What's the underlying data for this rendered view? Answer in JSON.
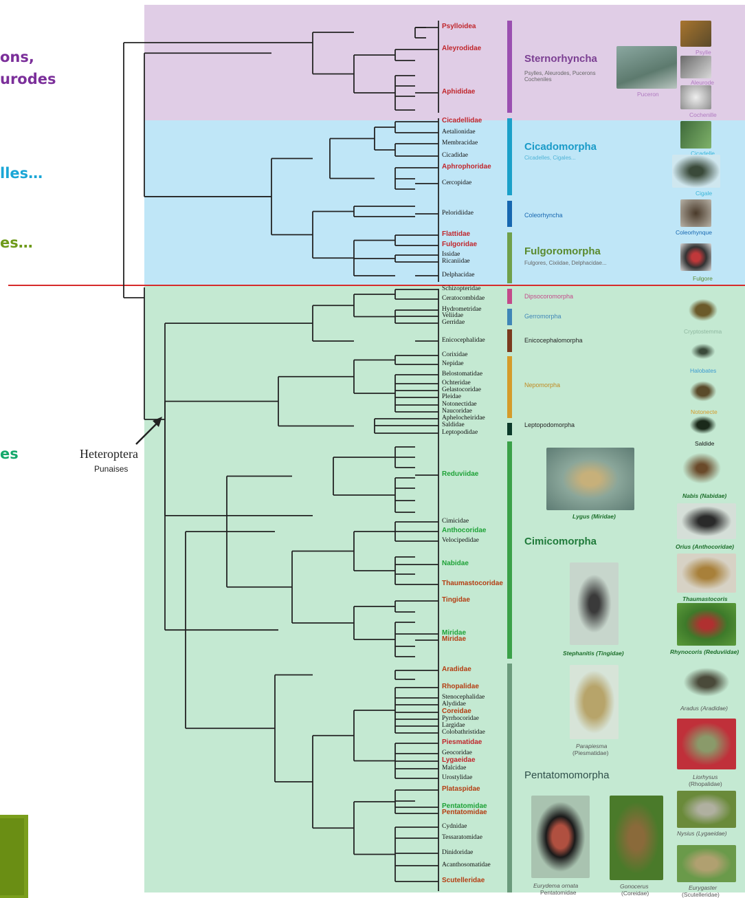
{
  "left_text": {
    "line1": "ons,",
    "line2": "urodes",
    "line3": "lles…",
    "line4": "es…",
    "line5": "es"
  },
  "heteroptera": {
    "label": "Heteroptera",
    "sublabel": "Punaises"
  },
  "colors": {
    "sternorhyncha_band": "#e0cde6",
    "auchenorrhyncha_band": "#bfe6f7",
    "heteroptera_band": "#c4e9d2",
    "divider": "#d62a2a",
    "purple_text": "#7b2f9a",
    "cyan_text": "#1aa6d6",
    "olive_text": "#6e9a1a",
    "teal_text": "#13a86a",
    "red_family": "#c0262c",
    "green_family": "#1ea237",
    "brown_family": "#b43d12"
  },
  "families": [
    {
      "name": "Psylloidea",
      "color": "red"
    },
    {
      "name": "Aleyrodidae",
      "color": "red"
    },
    {
      "name": "Aphididae",
      "color": "red"
    },
    {
      "name": "Cicadellidae",
      "color": "red"
    },
    {
      "name": "Aetalionidae",
      "color": "black"
    },
    {
      "name": "Membracidae",
      "color": "black"
    },
    {
      "name": "Cicadidae",
      "color": "black"
    },
    {
      "name": "Aphrophoridae",
      "color": "red"
    },
    {
      "name": "Cercopidae",
      "color": "black"
    },
    {
      "name": "Peloridiidae",
      "color": "black"
    },
    {
      "name": "Flattidae",
      "color": "red"
    },
    {
      "name": "Fulgoridae",
      "color": "red"
    },
    {
      "name": "Issidae",
      "color": "black"
    },
    {
      "name": "Ricaniidae",
      "color": "black"
    },
    {
      "name": "Delphacidae",
      "color": "black"
    },
    {
      "name": "Schizopteridae",
      "color": "black"
    },
    {
      "name": "Ceratocombidae",
      "color": "black"
    },
    {
      "name": "Hydrometridae",
      "color": "black"
    },
    {
      "name": "Veliidae",
      "color": "black"
    },
    {
      "name": "Gerridae",
      "color": "black"
    },
    {
      "name": "Enicocephalidae",
      "color": "black"
    },
    {
      "name": "Corixidae",
      "color": "black"
    },
    {
      "name": "Nepidae",
      "color": "black"
    },
    {
      "name": "Belostomatidae",
      "color": "black"
    },
    {
      "name": "Ochteridae",
      "color": "black"
    },
    {
      "name": "Gelastocoridae",
      "color": "black"
    },
    {
      "name": "Pleidae",
      "color": "black"
    },
    {
      "name": "Notonectidae",
      "color": "black"
    },
    {
      "name": "Naucoridae",
      "color": "black"
    },
    {
      "name": "Aphelocheiridae",
      "color": "black"
    },
    {
      "name": "Saldidae",
      "color": "black"
    },
    {
      "name": "Leptopodidae",
      "color": "black"
    },
    {
      "name": "Reduviidae",
      "color": "green"
    },
    {
      "name": "Cimicidae",
      "color": "black"
    },
    {
      "name": "Anthocoridae",
      "color": "green"
    },
    {
      "name": "Velocipedidae",
      "color": "black"
    },
    {
      "name": "Nabidae",
      "color": "green"
    },
    {
      "name": "Thaumastocoridae",
      "color": "brown"
    },
    {
      "name": "Tingidae",
      "color": "brown"
    },
    {
      "name": "Miridae",
      "color": "green"
    },
    {
      "name": "Miridae",
      "color": "brown"
    },
    {
      "name": "Aradidae",
      "color": "brown"
    },
    {
      "name": "Rhopalidae",
      "color": "brown"
    },
    {
      "name": "Stenocephalidae",
      "color": "black"
    },
    {
      "name": "Alydidae",
      "color": "black"
    },
    {
      "name": "Coreidae",
      "color": "brown"
    },
    {
      "name": "Pyrrhocoridae",
      "color": "black"
    },
    {
      "name": "Largidae",
      "color": "black"
    },
    {
      "name": "Colobathristidae",
      "color": "black"
    },
    {
      "name": "Piesmatidae",
      "color": "red"
    },
    {
      "name": "Geocoridae",
      "color": "black"
    },
    {
      "name": "Lygaeidae",
      "color": "red"
    },
    {
      "name": "Malcidae",
      "color": "black"
    },
    {
      "name": "Urostylidae",
      "color": "black"
    },
    {
      "name": "Plataspidae",
      "color": "brown"
    },
    {
      "name": "Pentatomidae",
      "color": "green"
    },
    {
      "name": "Pentatomidae",
      "color": "brown"
    },
    {
      "name": "Cydnidae",
      "color": "black"
    },
    {
      "name": "Tessaratomidae",
      "color": "black"
    },
    {
      "name": "Dinidoridae",
      "color": "black"
    },
    {
      "name": "Acanthosomatidae",
      "color": "black"
    },
    {
      "name": "Scutelleridae",
      "color": "brown"
    }
  ],
  "infraorders": [
    {
      "name": "Sternorhyncha",
      "sub": "Psylles, Aleurodes, Pucerons",
      "sub2": "Cocheniles"
    },
    {
      "name": "Cicadomorpha",
      "sub": "Cicadelles, Cigales..."
    },
    {
      "name": "Coleorhyncha"
    },
    {
      "name": "Fulgoromorpha",
      "sub": "Fulgores, Cixiidae, Delphacidae..."
    },
    {
      "name": "Dipsocoromorpha"
    },
    {
      "name": "Gerromorpha"
    },
    {
      "name": "Enicocephalomorpha"
    },
    {
      "name": "Nepomorpha"
    },
    {
      "name": "Leptopodomorpha"
    },
    {
      "name": "Cimicomorpha"
    },
    {
      "name": "Pentatomomorpha"
    }
  ],
  "photo_captions": {
    "psylle": "Psylle",
    "aleurode": "Aleurode",
    "cochenille": "Cochenille",
    "puceron": "Puceron",
    "cicadelle": "Cicadelle",
    "cigale": "Cigale",
    "coleorhynque": "Coleorhynque",
    "fulgore": "Fulgore",
    "cryptostemma": "Cryptostemma",
    "halobates": "Halobates",
    "notonecte": "Notonecte",
    "saldide": "Saldide",
    "lygus": "Lygus (Miridae)",
    "nabis": "Nabis (Nabidae)",
    "orius": "Orius (Anthocoridae)",
    "thaumastocoris": "Thaumastocoris",
    "stephanitis": "Stephanitis (Tingidae)",
    "rhynocoris": "Rhynocoris (Reduviidae)",
    "aradus": "Aradus (Aradidae)",
    "parapiesma": "Parapiesma",
    "parapiesma2": "(Piesmatidae)",
    "liorhysus": "Liorhysus",
    "liorhysus2": "(Rhopalidae)",
    "nysius": "Nysius (Lygaeidae)",
    "eurydema": "Eurydema ornata",
    "eurydema2": "Pentatomidae",
    "gonocerus": "Gonocerus",
    "gonocerus2": "(Coreidae)",
    "eurygaster": "Eurygaster",
    "eurygaster2": "(Scutelleridae)"
  }
}
